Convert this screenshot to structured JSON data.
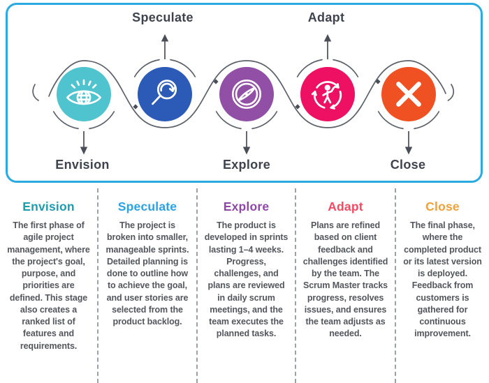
{
  "diagram": {
    "panel_border_color": "#29ABE2",
    "line_color": "#5C6068",
    "stages": [
      {
        "label": "Envision",
        "label_position": "below",
        "circle_color": "#4FC4CF",
        "icon": "eye-globe"
      },
      {
        "label": "Speculate",
        "label_position": "above",
        "circle_color": "#2B5AB7",
        "icon": "magnifier-arrow"
      },
      {
        "label": "Explore",
        "label_position": "below",
        "circle_color": "#9150A5",
        "icon": "compass"
      },
      {
        "label": "Adapt",
        "label_position": "above",
        "circle_color": "#ED1063",
        "icon": "person-cycle"
      },
      {
        "label": "Close",
        "label_position": "below",
        "circle_color": "#F05123",
        "icon": "cross"
      }
    ]
  },
  "descriptions": [
    {
      "title": "Envision",
      "title_color": "#1D9DAF",
      "text": "The first phase of agile project management, where the project's goal, purpose, and priorities are defined. This stage also creates a ranked list of features and requirements."
    },
    {
      "title": "Speculate",
      "title_color": "#2BA2E2",
      "text": "The project is broken into smaller, manageable sprints. Detailed planning is done to outline how to achieve the goal, and user stories are selected from the product backlog."
    },
    {
      "title": "Explore",
      "title_color": "#8F48A8",
      "text": "The product is developed in sprints lasting 1–4 weeks. Progress, challenges, and plans are reviewed in daily scrum meetings, and the team executes the planned tasks."
    },
    {
      "title": "Adapt",
      "title_color": "#F14B63",
      "text": "Plans are refined based on client feedback and challenges identified by the team. The Scrum Master tracks progress, resolves issues, and ensures the team adjusts as needed."
    },
    {
      "title": "Close",
      "title_color": "#EFA13B",
      "text": "The final phase, where the completed product or its latest version is deployed. Feedback from customers is gathered for continuous improvement."
    }
  ]
}
